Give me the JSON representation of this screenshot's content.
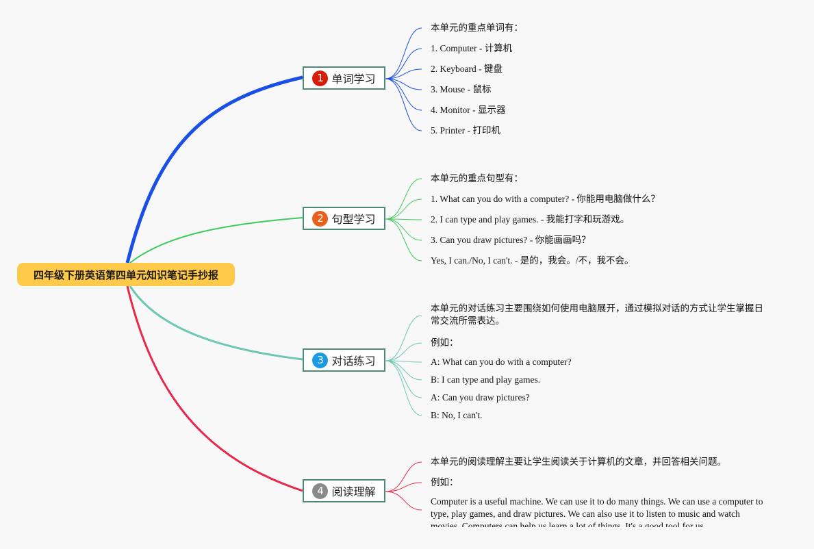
{
  "root": {
    "label": "四年级下册英语第四单元知识笔记手抄报"
  },
  "colors": {
    "root_fill": "#ffc94a",
    "branch_border": "#4e8a78"
  },
  "branches": [
    {
      "number": "1",
      "label": "单词学习",
      "color": "#1a4fe6",
      "badge_color": "#d81e06",
      "items": [
        "本单元的重点单词有：",
        "1. Computer - 计算机",
        "2. Keyboard - 键盘",
        "3. Mouse - 鼠标",
        "4. Monitor - 显示器",
        "5. Printer - 打印机"
      ]
    },
    {
      "number": "2",
      "label": "句型学习",
      "color": "#3ecb5c",
      "badge_color": "#e8611c",
      "items": [
        "本单元的重点句型有：",
        "1. What can you do with a computer? - 你能用电脑做什么？",
        "2. I can type and play games. - 我能打字和玩游戏。",
        "3. Can you draw pictures? - 你能画画吗？",
        "Yes, I can./No, I can't. - 是的，我会。/不，我不会。"
      ]
    },
    {
      "number": "3",
      "label": "对话练习",
      "color": "#6ec7b2",
      "badge_color": "#1a9ae0",
      "items": [
        "本单元的对话练习主要围绕如何使用电脑展开，通过模拟对话的方式让学生掌握日常交流所需表达。",
        "例如：",
        "A: What can you do with a computer?",
        "B: I can type and play games.",
        "A: Can you draw pictures?",
        "B: No, I can't."
      ]
    },
    {
      "number": "4",
      "label": "阅读理解",
      "color": "#e8274a",
      "badge_color": "#8a8a8a",
      "items": [
        "本单元的阅读理解主要让学生阅读关于计算机的文章，并回答相关问题。",
        "例如：",
        "Computer is a useful machine. We can use it to do many things. We can use a computer to type, play games, and draw pictures. We can also use it to listen to music and watch movies. Computers can help us learn a lot of things. It's a good tool for us."
      ]
    }
  ]
}
